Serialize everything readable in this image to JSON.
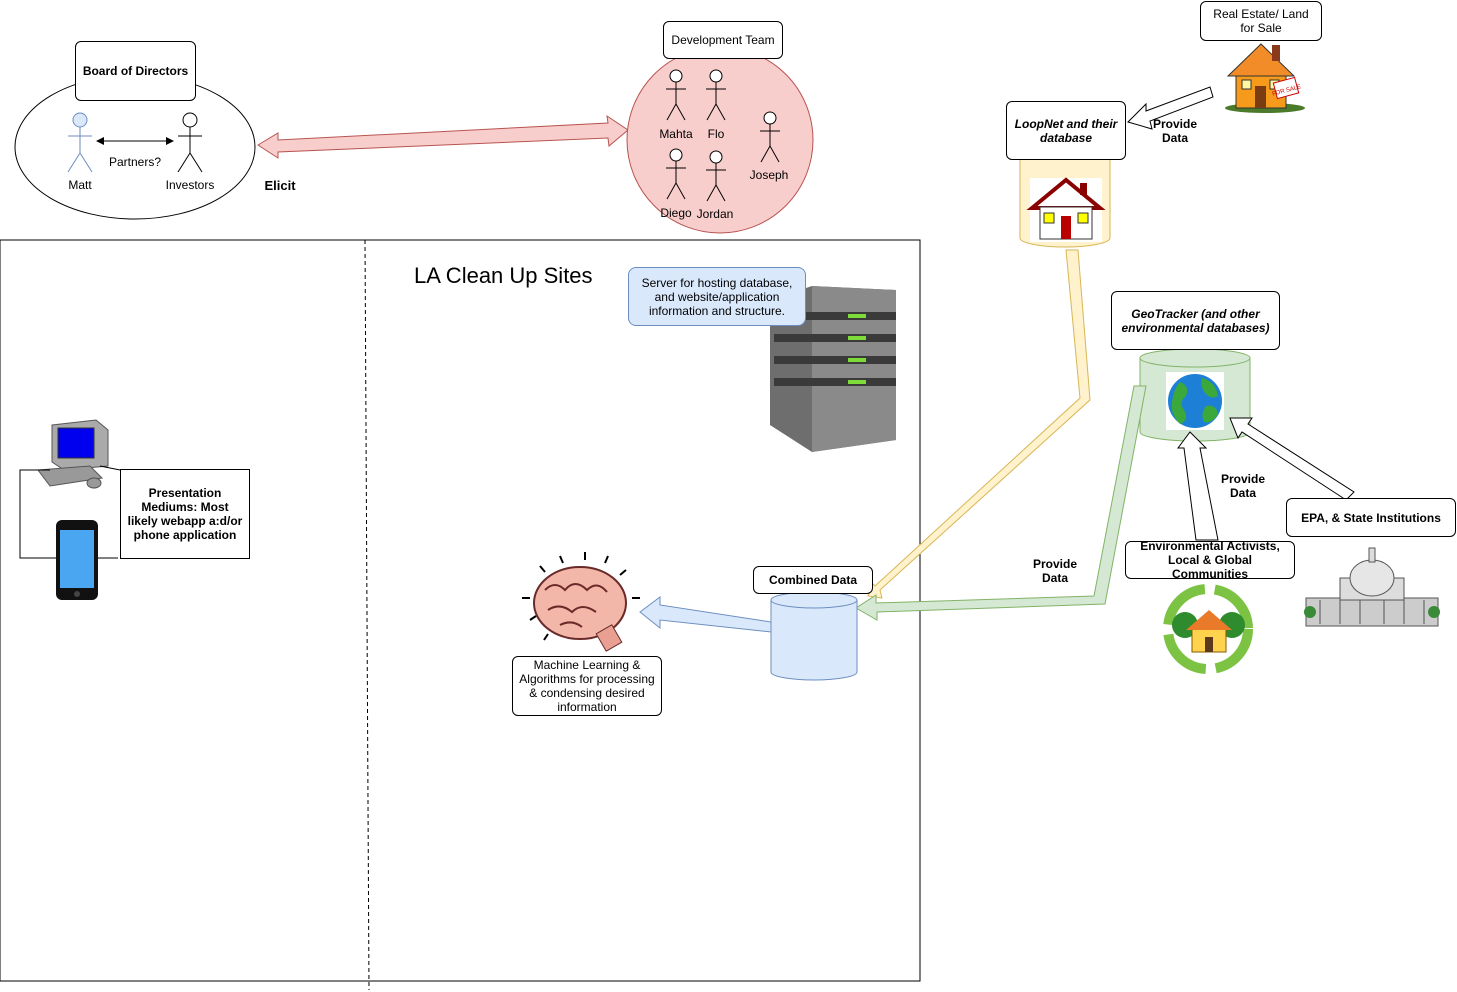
{
  "board": {
    "title": "Board of Directors",
    "actor_left": "Matt",
    "actor_right": "Investors",
    "relation": "Partners?"
  },
  "elicit_label": "Elicit",
  "dev_team": {
    "title": "Development Team",
    "members": [
      "Mahta",
      "Flo",
      "Joseph",
      "Diego",
      "Jordan"
    ]
  },
  "real_estate": {
    "title": "Real Estate/ Land for Sale",
    "provide_label": "Provide Data"
  },
  "loopnet": {
    "title": "LoopNet and their database"
  },
  "geotracker": {
    "title": "GeoTracker (and other environmental databases)"
  },
  "sources": {
    "provide_label_center": "Provide Data",
    "provide_label_left": "Provide Data",
    "epa": "EPA, & State Institutions",
    "activists": "Environmental Activists, Local & Global Communities"
  },
  "system": {
    "title": "LA Clean Up Sites",
    "server_note": "Server for hosting database, and website/application information and structure.",
    "combined": "Combined Data",
    "ml": "Machine Learning & Algorithms for processing & condensing desired information"
  },
  "presentation": {
    "text": "Presentation Mediums: Most likely webapp a:d/or phone application"
  },
  "colors": {
    "pink": "#f8cecc",
    "pink_stroke": "#b85450",
    "yellow": "#fff2cc",
    "yellow_stroke": "#d6b656",
    "green": "#d5e8d4",
    "green_stroke": "#82b366",
    "blue": "#dae8fc",
    "blue_stroke": "#6c8ebf"
  }
}
